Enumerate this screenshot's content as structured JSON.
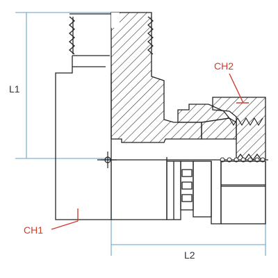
{
  "diagram": {
    "dimensions": {
      "height_label": "L1",
      "length_label": "L2"
    },
    "callouts": {
      "body_hex": "CH1",
      "nut_hex": "CH2"
    },
    "colors": {
      "outline": "#222222",
      "dimension_line": "#7fb0d0",
      "callout": "#d23a2e",
      "hatch": "#333333",
      "background": "#ffffff"
    }
  }
}
